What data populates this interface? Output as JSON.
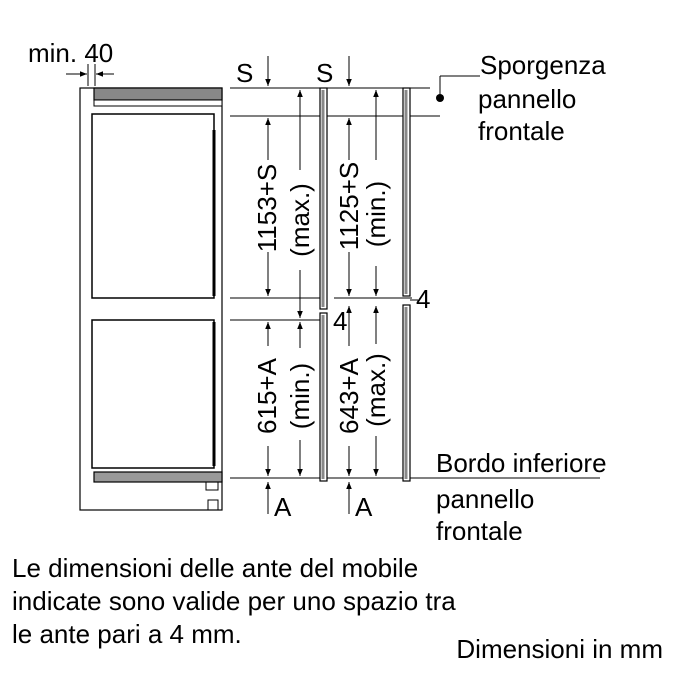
{
  "diagram": {
    "min_gap_label": "min. 40",
    "s_label": "S",
    "a_label": "A",
    "gap_label": "4",
    "projection_label": [
      "Sporgenza",
      "pannello",
      "frontale"
    ],
    "bottom_edge_label": [
      "Bordo inferiore",
      "pannello",
      "frontale"
    ],
    "dimensions": {
      "upper_max": "1153+S",
      "upper_max_qualifier": "(max.)",
      "upper_min": "1125+S",
      "upper_min_qualifier": "(min.)",
      "lower_min": "615+A",
      "lower_min_qualifier": "(min.)",
      "lower_max": "643+A",
      "lower_max_qualifier": "(max.)"
    }
  },
  "note_lines": [
    "Le dimensioni delle ante del mobile",
    "indicate sono valide per uno spazio tra",
    "le ante pari a 4 mm."
  ],
  "units_label": "Dimensioni in mm"
}
